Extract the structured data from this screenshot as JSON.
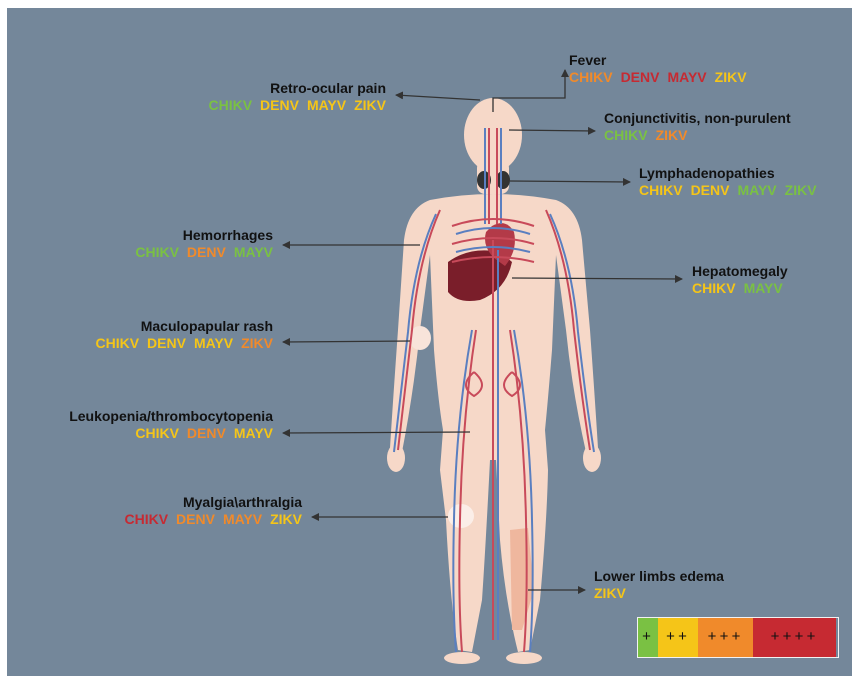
{
  "colors": {
    "background": "#74879a",
    "level_1": "#7ac143",
    "level_2": "#f5c518",
    "level_3": "#f08a2b",
    "level_4": "#c62a32",
    "skin": "#f6d8c8",
    "artery": "#c84a5a",
    "vein": "#5a7fc0"
  },
  "symptoms": {
    "fever": {
      "title": "Fever",
      "viruses": [
        {
          "name": "CHIKV",
          "level": 3
        },
        {
          "name": "DENV",
          "level": 4
        },
        {
          "name": "MAYV",
          "level": 4
        },
        {
          "name": "ZIKV",
          "level": 2
        }
      ]
    },
    "retro_ocular": {
      "title": "Retro-ocular pain",
      "viruses": [
        {
          "name": "CHIKV",
          "level": 1
        },
        {
          "name": "DENV",
          "level": 2
        },
        {
          "name": "MAYV",
          "level": 2
        },
        {
          "name": "ZIKV",
          "level": 2
        }
      ]
    },
    "conjunctivitis": {
      "title": "Conjunctivitis, non-purulent",
      "viruses": [
        {
          "name": "CHIKV",
          "level": 1
        },
        {
          "name": "ZIKV",
          "level": 3
        }
      ]
    },
    "lymphadenopathies": {
      "title": "Lymphadenopathies",
      "viruses": [
        {
          "name": "CHIKV",
          "level": 2
        },
        {
          "name": "DENV",
          "level": 2
        },
        {
          "name": "MAYV",
          "level": 1
        },
        {
          "name": "ZIKV",
          "level": 1
        }
      ]
    },
    "hemorrhages": {
      "title": "Hemorrhages",
      "viruses": [
        {
          "name": "CHIKV",
          "level": 1
        },
        {
          "name": "DENV",
          "level": 3
        },
        {
          "name": "MAYV",
          "level": 1
        }
      ]
    },
    "hepatomegaly": {
      "title": "Hepatomegaly",
      "viruses": [
        {
          "name": "CHIKV",
          "level": 2
        },
        {
          "name": "MAYV",
          "level": 1
        }
      ]
    },
    "rash": {
      "title": "Maculopapular rash",
      "viruses": [
        {
          "name": "CHIKV",
          "level": 2
        },
        {
          "name": "DENV",
          "level": 2
        },
        {
          "name": "MAYV",
          "level": 2
        },
        {
          "name": "ZIKV",
          "level": 3
        }
      ]
    },
    "leukopenia": {
      "title": "Leukopenia/thrombocytopenia",
      "viruses": [
        {
          "name": "CHIKV",
          "level": 2
        },
        {
          "name": "DENV",
          "level": 3
        },
        {
          "name": "MAYV",
          "level": 2
        }
      ]
    },
    "myalgia": {
      "title": "Myalgia\\arthralgia",
      "viruses": [
        {
          "name": "CHIKV",
          "level": 4
        },
        {
          "name": "DENV",
          "level": 3
        },
        {
          "name": "MAYV",
          "level": 3
        },
        {
          "name": "ZIKV",
          "level": 2
        }
      ]
    },
    "edema": {
      "title": "Lower limbs edema",
      "viruses": [
        {
          "name": "ZIKV",
          "level": 2
        }
      ]
    }
  },
  "legend": [
    {
      "label": "+",
      "level": 1
    },
    {
      "label": "++",
      "level": 2
    },
    {
      "label": "+++",
      "level": 3
    },
    {
      "label": "++++",
      "level": 4
    }
  ]
}
